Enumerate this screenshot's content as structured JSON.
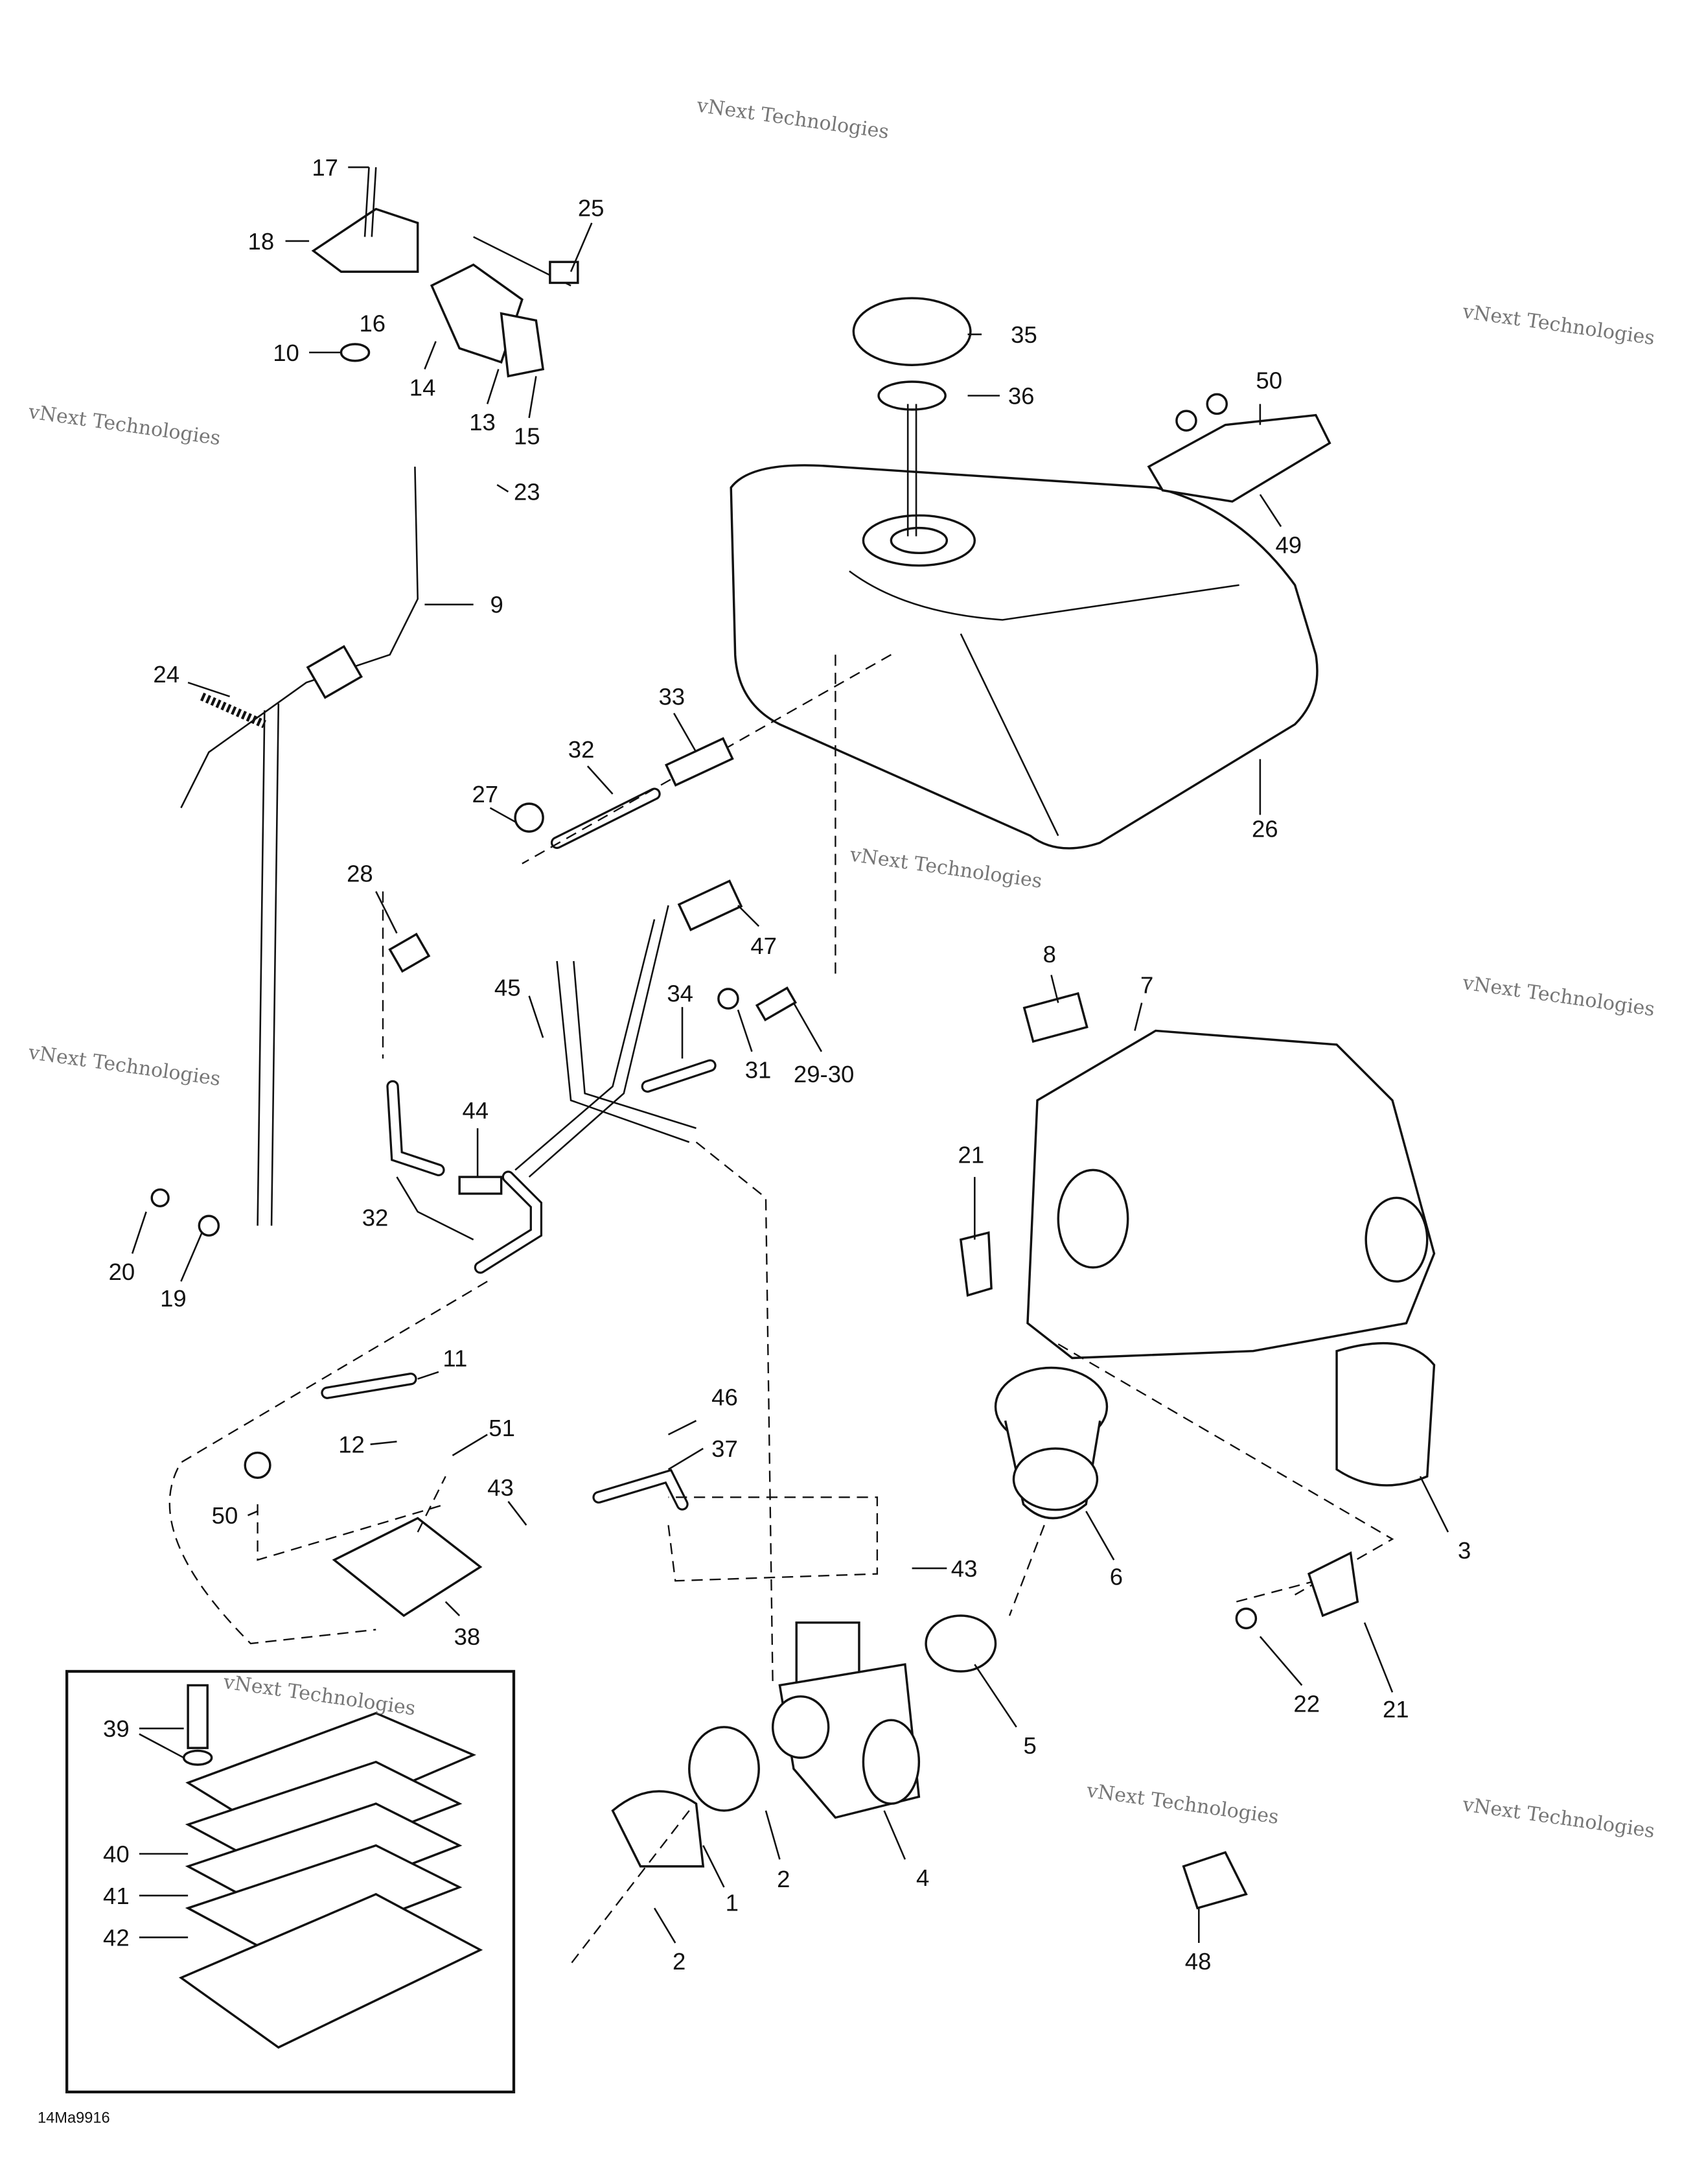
{
  "diagram": {
    "drawing_code": "14Ma9916",
    "watermark": "vNext Technologies",
    "callouts": [
      "17",
      "18",
      "25",
      "16",
      "10",
      "14",
      "13",
      "15",
      "35",
      "36",
      "50",
      "49",
      "23",
      "9",
      "24",
      "33",
      "32",
      "27",
      "26",
      "28",
      "47",
      "8",
      "7",
      "45",
      "34",
      "29-30",
      "31",
      "21",
      "44",
      "32",
      "20",
      "19",
      "11",
      "46",
      "12",
      "51",
      "37",
      "43",
      "50",
      "3",
      "6",
      "43",
      "38",
      "5",
      "22",
      "21",
      "39",
      "4",
      "2",
      "1",
      "40",
      "41",
      "42",
      "2",
      "48"
    ]
  }
}
